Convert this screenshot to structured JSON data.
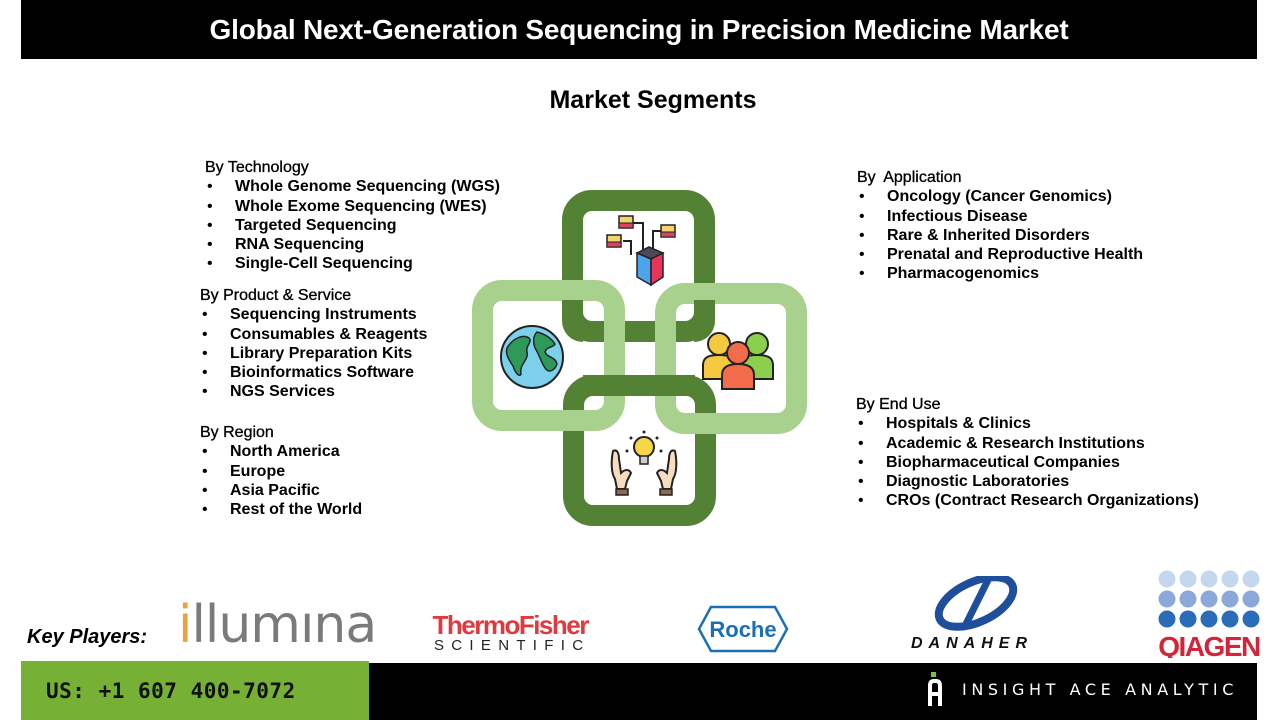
{
  "header": {
    "title": "Global Next-Generation Sequencing in Precision Medicine Market"
  },
  "subtitle": "Market Segments",
  "segments": {
    "technology": {
      "heading": "By Technology",
      "items": [
        "Whole Genome Sequencing (WGS)",
        "Whole Exome Sequencing (WES)",
        "Targeted Sequencing",
        "RNA Sequencing",
        "Single-Cell Sequencing"
      ]
    },
    "product_service": {
      "heading": "By Product & Service",
      "items": [
        "Sequencing Instruments",
        "Consumables & Reagents",
        "Library Preparation Kits",
        "Bioinformatics Software",
        "NGS Services"
      ]
    },
    "region": {
      "heading": "By Region",
      "items": [
        "North America",
        "Europe",
        "Asia Pacific",
        "Rest of the World"
      ]
    },
    "application": {
      "heading": "By Application",
      "items": [
        "Oncology (Cancer Genomics)",
        "Infectious Disease",
        "Rare & Inherited Disorders",
        "Prenatal and Reproductive Health",
        "Pharmacogenomics"
      ]
    },
    "end_use": {
      "heading": "By End Use",
      "items": [
        "Hospitals & Clinics",
        "Academic & Research Institutions",
        "Biopharmaceutical Companies",
        "Diagnostic Laboratories",
        "CROs (Contract Research Organizations)"
      ]
    }
  },
  "bullet": "•",
  "diagram": {
    "colors": {
      "dark_ring": "#548235",
      "light_ring": "#a9d18e"
    },
    "icons": [
      "network-cube-icon",
      "globe-icon",
      "people-group-icon",
      "hands-lightbulb-icon"
    ]
  },
  "key_players": {
    "label": "Key Players:",
    "logos": [
      {
        "name": "illumina",
        "text": "illumina"
      },
      {
        "name": "thermo-fisher",
        "line1": "ThermoFisher",
        "line2": "SCIENTIFIC"
      },
      {
        "name": "roche",
        "text": "Roche"
      },
      {
        "name": "danaher",
        "text": "DANAHER"
      },
      {
        "name": "qiagen",
        "text": "QIAGEN"
      }
    ]
  },
  "footer": {
    "phone": "US: +1 607 400-7072",
    "brand": "INSIGHT ACE ANALYTIC",
    "colors": {
      "green": "#76b136",
      "black": "#000000"
    }
  }
}
